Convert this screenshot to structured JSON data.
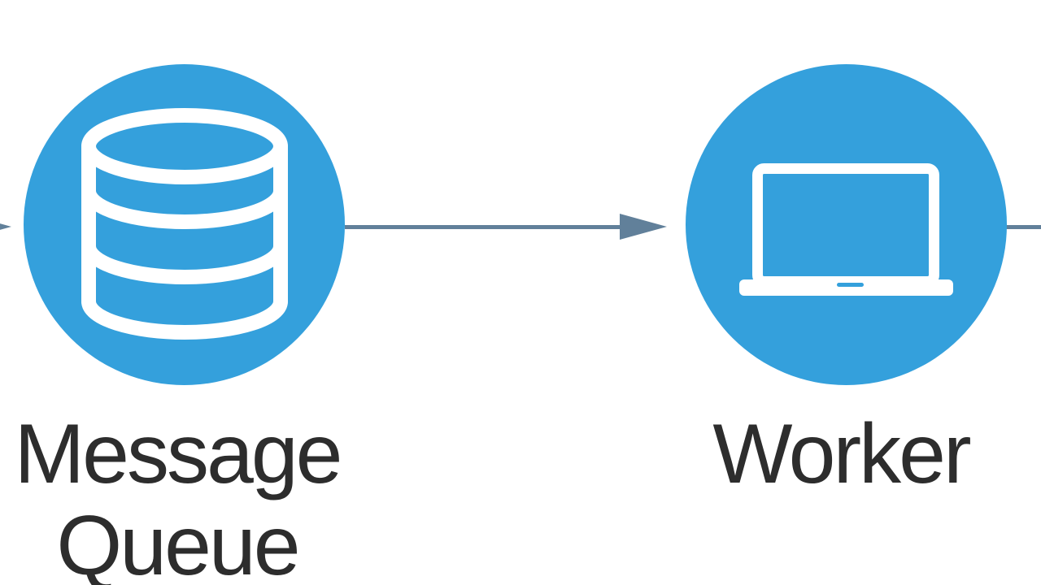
{
  "colors": {
    "node_fill": "#34a0dc",
    "icon_color": "#ffffff",
    "connector_color": "#61809a",
    "label_color": "#2d2d2d",
    "background": "#ffffff"
  },
  "diagram": {
    "nodes": {
      "message_queue": {
        "label": "Message Queue",
        "lines": [
          "Message",
          "Queue"
        ],
        "icon": "database-icon"
      },
      "worker": {
        "label": "Worker",
        "lines": [
          "Worker"
        ],
        "icon": "laptop-icon"
      }
    },
    "connectors": [
      {
        "id": "incoming-left-arrowhead"
      },
      {
        "id": "message-queue-to-worker-arrow"
      },
      {
        "id": "worker-outgoing-line"
      }
    ]
  }
}
